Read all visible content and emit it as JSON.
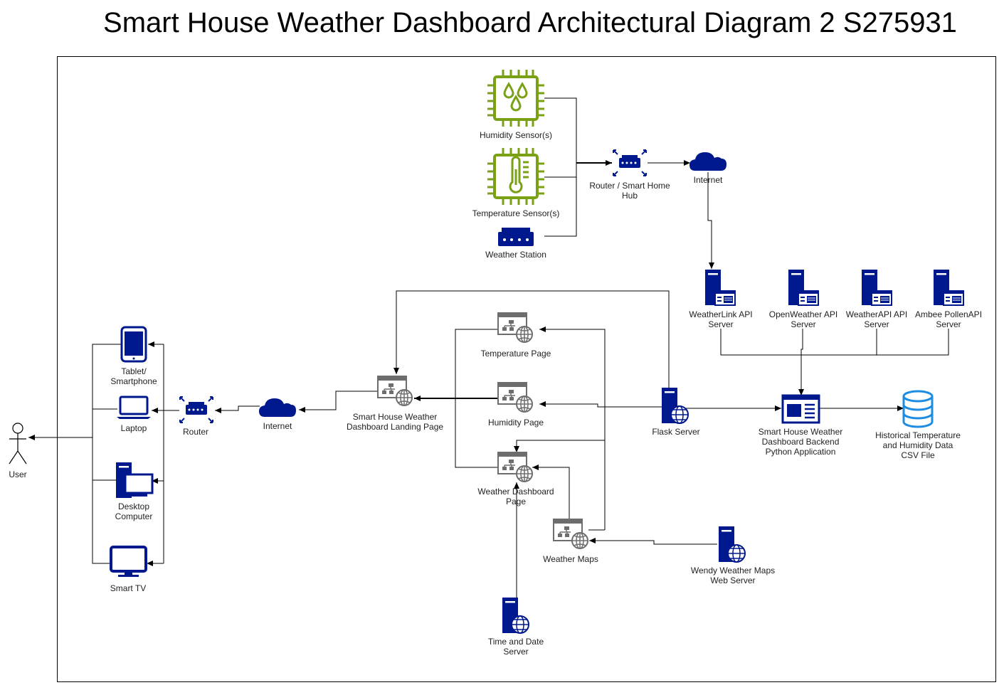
{
  "title": "Smart House Weather Dashboard Architectural Diagram 2 S275931",
  "colors": {
    "sensor_green": "#7AA116",
    "device_navy": "#00188D",
    "page_gray": "#6D6D6D",
    "line": "#000000"
  },
  "nodes": {
    "humidity_sensor": "Humidity Sensor(s)",
    "temperature_sensor": "Temperature Sensor(s)",
    "weather_station": "Weather Station",
    "router_hub": "Router / Smart Home\nHub",
    "internet_top": "Internet",
    "weatherlink": "WeatherLink API\nServer",
    "openweather": "OpenWeather API\nServer",
    "weatherapi": "WeatherAPI API\nServer",
    "ambee": "Ambee PollenAPI\nServer",
    "backend": "Smart House Weather\nDashboard Backend\nPython Application",
    "csv": "Historical Temperature\nand Humidity Data\nCSV File",
    "flask": "Flask Server",
    "temperature_page": "Temperature Page",
    "humidity_page": "Humidity Page",
    "dashboard_page": "Weather Dashboard\nPage",
    "weather_maps": "Weather Maps",
    "wendy": "Wendy Weather Maps\nWeb Server",
    "time_date": "Time and Date\nServer",
    "landing": "Smart House Weather\nDashboard Landing Page",
    "internet_left": "Internet",
    "router_left": "Router",
    "tablet": "Tablet/\nSmartphone",
    "laptop": "Laptop",
    "desktop": "Desktop\nComputer",
    "smart_tv": "Smart TV",
    "user": "User"
  }
}
